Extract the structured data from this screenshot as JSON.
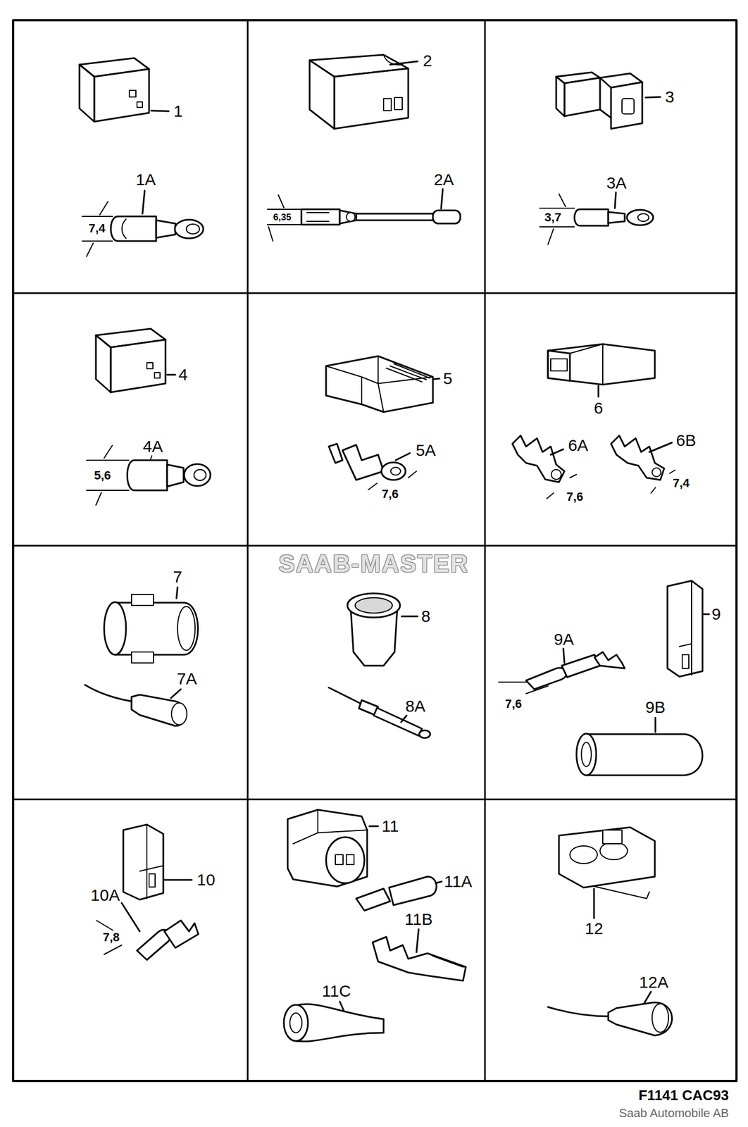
{
  "diagram": {
    "labels": [
      "1",
      "1A",
      "7,4",
      "2",
      "2A",
      "6,35",
      "3",
      "3A",
      "3,7",
      "4",
      "4A",
      "5,6",
      "5",
      "5A",
      "7,6",
      "6",
      "6A",
      "7,6",
      "6B",
      "7,4",
      "SAAB-MASTER",
      "7",
      "7A",
      "8",
      "8A",
      "9",
      "9A",
      "7,6",
      "9B",
      "10",
      "10A",
      "7,8",
      "11",
      "11A",
      "11B",
      "11C",
      "12",
      "12A",
      "F1141 CAC93",
      "Saab Automobile AB"
    ]
  }
}
